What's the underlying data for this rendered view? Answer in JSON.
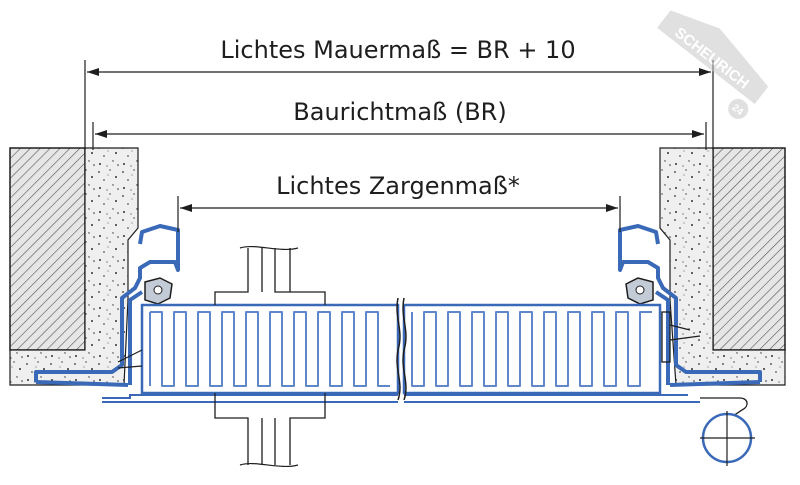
{
  "dimensions": {
    "lichtes_mauermass": "Lichtes Mauermaß = BR + 10",
    "baurichtmass": "Baurichtmaß (BR)",
    "lichtes_zargenmass": "Lichtes Zargenmaß*"
  },
  "watermark": {
    "brand": "SCHEURICH",
    "suffix": "24"
  },
  "colors": {
    "frame_blue": "#3a69b8",
    "panel_blue": "#5f87c9",
    "plaster": "#efefef",
    "hatch_fill": "#e6e6e6",
    "line": "#1e1e1e",
    "seal": "#c3cbd6"
  }
}
